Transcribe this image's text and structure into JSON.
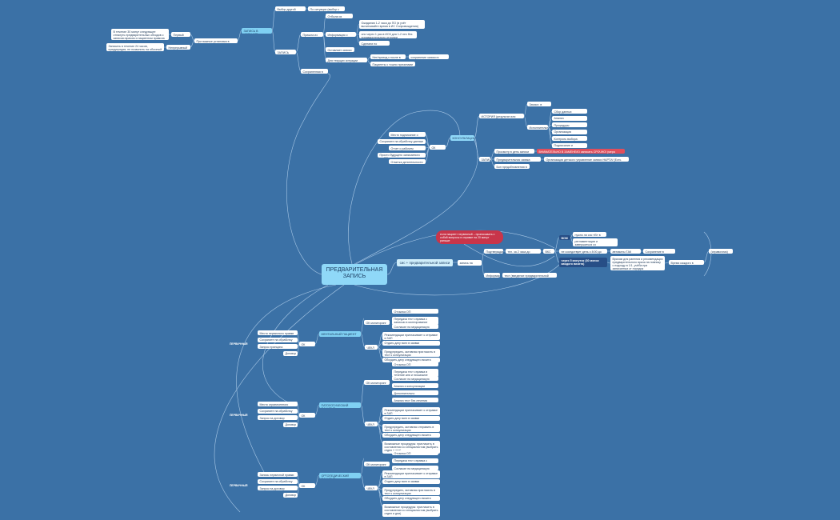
{
  "colors": {
    "background": "#3b71a6",
    "accent": "#8fd8f8",
    "alert": "#c8354a"
  },
  "central": {
    "title": "ПРЕДВАРИТЕЛЬНАЯ ЗАПИСЬ"
  },
  "center_sub": {
    "schedule": "сис + предварительной записи",
    "schedule_child": "запись на пульт",
    "call": "Подтверждает",
    "call_a": "тел. за 2 часа до визита",
    "call_b": "ВКС",
    "arr": "Информир",
    "arr_a": "тест (введение предварительной записи"
  },
  "warning": {
    "text": "если пациент первичный – прописывать с собой вопросы в справке на 20 минут раньше"
  },
  "right_cluster": {
    "a": "ВОМ",
    "a1": "нужно ли сис «В» в день",
    "a2": "регламентации и завершиться со формированием",
    "b": "не соседствует день о 8:00 до 24:00",
    "b1": "автоматы ТАК НВСТВ",
    "b2": "Сохранение в ошибке",
    "c": "через 5 минуток (30 минок каждого визита)",
    "c1": "Врачом для ранения и рекомендации предварительного врача на повнику с подходу в 1/1, учёба при записанных ст порядок",
    "c2": "Время каждого в сервисе",
    "far": "(справочник)"
  },
  "top_left": {
    "branch": "ЗАПИСЬ В ЖУРНАЛЕ",
    "n1": "Выбор другой кабинет",
    "n1a": "По ситуации (выбор с Дирекции)",
    "n2": "Пришла из ЭЛЕКТР",
    "n2a": "Отбыла из ЭЛЕКТР",
    "n2b": "Информация о дрепи",
    "n2b1": "Ожидания 1-2 часа до ПО (в учёт вычитывайте время в ИС Сопровождения)",
    "n2b2": "оно через 1 раз в ИСК для 1-2 неч без предварительного отгрузки",
    "n2b3": "Сделали по ситуации",
    "n2c": "Оставляет записи в ОП",
    "n2d": "Для текущих ситуации Цыпл",
    "n2d1": "Нет/приход к после в нет",
    "n2d2": "сохранение записи в кабинете",
    "n2d3": "Пациенты с тошно причинами в НП",
    "n3": "ЗАПИСЬ ДАННЫХ",
    "n4": "Сохраненная в БД",
    "n5": "При важные установка в кредит",
    "n5a": "Первый дату",
    "n5b": "Непрерывный дату",
    "n5a1": "В течение 30 минут следующее отпалуть предварительных обходов с записью врачом и пациентом правила лыка",
    "n5b1": "Записать в течение 24 часов, предупредив, не позвонить на обычный резуль"
  },
  "consult": {
    "branch": "КОНСУЛЬТАЦИИ",
    "sub1": "ИСТОРИЯ (результат или лечения)",
    "sub1a": "Зачисл. в стенке",
    "sub1b": "Исполнительно",
    "sub1b_items": [
      "Сбор данных",
      "Анализ",
      "Процедуры",
      "Организация",
      "Контроль выбора",
      "Подписание и расписание"
    ],
    "left_head": "ОК записи",
    "left_items": [
      "Место подписание о правке",
      "Сохраните на обработку данные",
      "Отчет о рабочем Пациента",
      "Просто будущего записанного по ОП",
      "Отметка делительности"
    ],
    "sub2": "ЗАПИСИ",
    "sub2a": "Просмотр в день записи",
    "sub2a_red": "ВНИМАТЕЛЬНО В ЗАМЕНЕ/Ю записать СРОЧНО! (мера доступа)",
    "sub2b": "Предварительная заявка записи",
    "sub2b1": "Организация детского управление записи НАРТИ/ (Есть вебная)",
    "sub2c": "Бон предобновления в сис"
  },
  "sections": [
    {
      "title": "МЕНТАЛЬНЫЙ ПАЦИЕНТ",
      "side_label": "ПЕРВИЧНЫЙ",
      "ok_head": "ОК записи",
      "ok_items": [
        "Место первичного правки",
        "Сохраните на обработку данные",
        "Запрос принципа Пациента",
        "Договор"
      ],
      "g1_head": "ОК мониторинг",
      "g1_items": [
        "Отсылка ОП",
        "Передача тест справка с записью в монтирование",
        "Согласие на медицинскую"
      ],
      "g2_head": "ЧЕКЛ",
      "g2_items": [
        "Рекомендации пригласивает к отправке в ЗАП",
        "Отдать дату всех в заявки",
        "Предупредить, активная приглаcить в тест к консультации",
        "Обсудить дату следующего визита"
      ]
    },
    {
      "title": "ПАТОЛОГИЧЕСКИЙ ПАЦИЕНТ",
      "side_label": "ПЕРВИЧНЫЙ",
      "ok_head": "ОК записи",
      "ok_items": [
        "Место ограниченного правки",
        "Сохраните на обработку данные",
        "Запрос на договор Пациента",
        "Договор"
      ],
      "g1_head": "ОК мониторинг",
      "g1_items": [
        "Отсылка ОП",
        "Передача тест справка в течение дня и процедуре",
        "Согласие на медицинскую",
        "Анализ и консультации",
        "Дополнительно",
        "Анализ тест без лечения процесс"
      ],
      "g2_head": "ЧЕКЛ",
      "g2_items": [
        "Рекомендации пригласивает к отправке в ЗАП",
        "Отдать дату всех в заявки",
        "Предупредить, активная отправить в тест к консультации",
        "Обсудить дату следующего визита",
        "Возможные процедуры: пригласить в составлении со специалистом (выбрать отдел и дни)"
      ]
    },
    {
      "title": "ОРТОПЕДИЧЕСКИЙ ПАЦИЕНТ",
      "side_label": "ПЕРВИЧНЫЙ",
      "ok_head": "ОК записи",
      "ok_items": [
        "Запись первичной правки",
        "Сохраните на обработку данные",
        "Запрос на договор Пациента",
        "Договор"
      ],
      "g1_head": "ОК мониторинг",
      "g1_items": [
        "Отсылка ОП",
        "Передача тест справка с записью",
        "Согласие на медицинскую"
      ],
      "g2_head": "ЧЕКЛ",
      "g2_items": [
        "Рекомендации пригласивает к отправке в ЗАП",
        "Отдать дату всех в заявки",
        "Предупредить, активная пригласить в тест к консультации",
        "Обсудить дату следующего визита",
        "Возможные процедуры: пригласить в составлении со специалистом (выбрать отдел и дни)"
      ]
    }
  ]
}
